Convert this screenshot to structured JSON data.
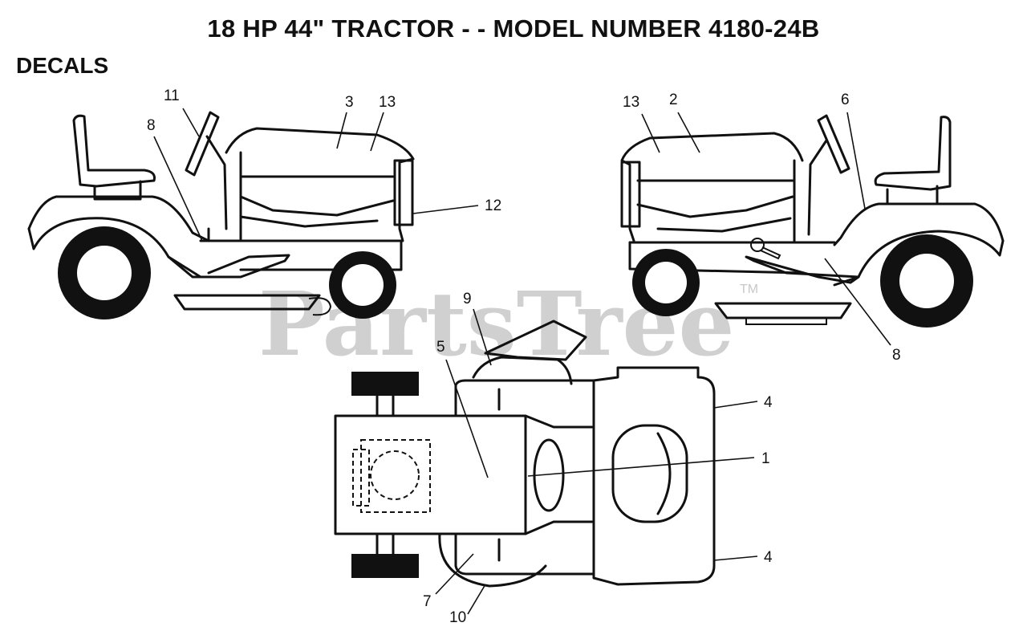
{
  "page": {
    "title": "18 HP 44\" TRACTOR - - MODEL NUMBER 4180-24B",
    "subtitle": "DECALS"
  },
  "watermark": {
    "text": "PartsTree",
    "tm": "TM"
  },
  "callouts": {
    "left_view": [
      "11",
      "8",
      "3",
      "13",
      "12"
    ],
    "right_view": [
      "13",
      "2",
      "6",
      "8"
    ],
    "top_view": [
      "9",
      "5",
      "4",
      "1",
      "4",
      "7",
      "10"
    ]
  }
}
